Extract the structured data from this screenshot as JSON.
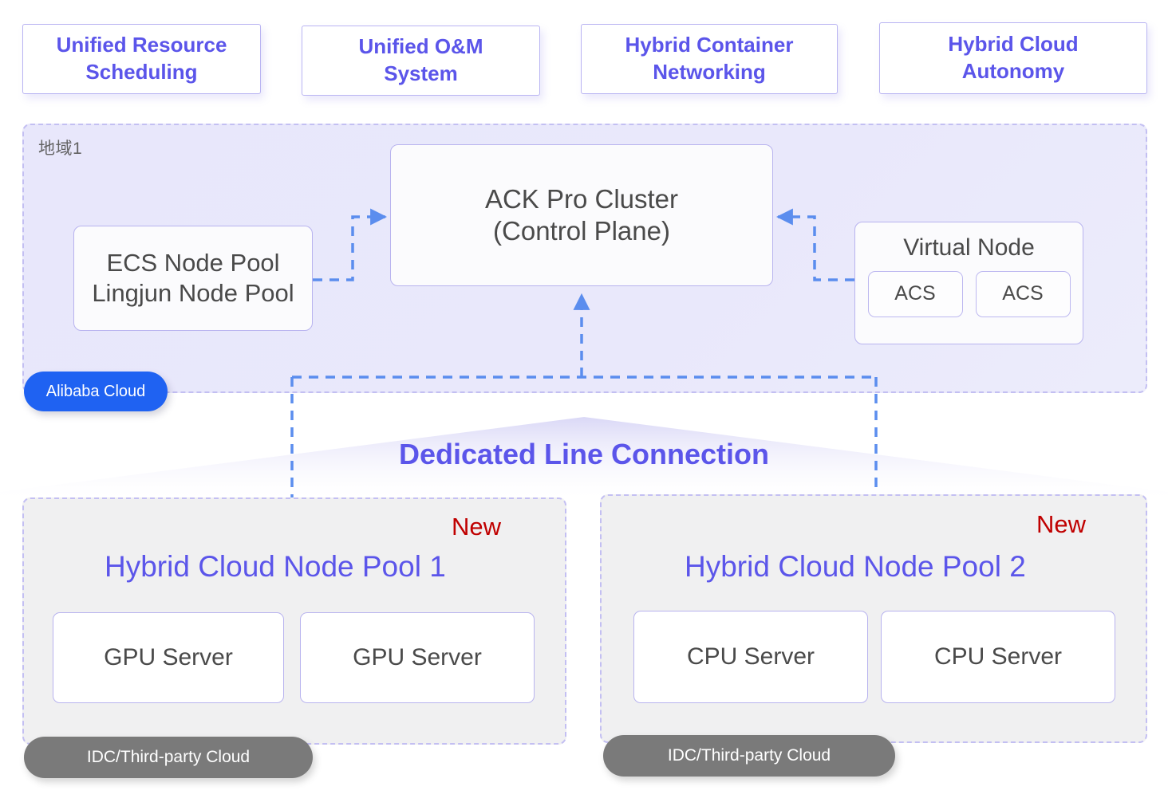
{
  "top_features": [
    {
      "label": "Unified Resource Scheduling",
      "line1": "Unified Resource",
      "line2": "Scheduling"
    },
    {
      "label": "Unified O&M System",
      "line1": "Unified O&M",
      "line2": "System"
    },
    {
      "label": "Hybrid Container Networking",
      "line1": "Hybrid Container",
      "line2": "Networking"
    },
    {
      "label": "Hybrid Cloud Autonomy",
      "line1": "Hybrid Cloud",
      "line2": "Autonomy"
    }
  ],
  "region": {
    "label": "地域1",
    "badge": "Alibaba Cloud",
    "ecs_node_pool": {
      "line1": "ECS Node Pool",
      "line2": "Lingjun Node Pool"
    },
    "ack_cluster": {
      "line1": "ACK Pro Cluster",
      "line2": "(Control Plane)"
    },
    "virtual_node": {
      "title": "Virtual Node",
      "instances": [
        "ACS",
        "ACS"
      ]
    }
  },
  "dedicated_line": {
    "label": "Dedicated Line Connection"
  },
  "hybrid_pools": [
    {
      "title": "Hybrid Cloud Node Pool 1",
      "badge_new": "New",
      "servers": [
        "GPU Server",
        "GPU Server"
      ],
      "footer_badge": "IDC/Third-party Cloud"
    },
    {
      "title": "Hybrid Cloud Node Pool 2",
      "badge_new": "New",
      "servers": [
        "CPU Server",
        "CPU Server"
      ],
      "footer_badge": "IDC/Third-party Cloud"
    }
  ],
  "colors": {
    "accent_purple": "#5b55ea",
    "panel_lavender": "#e8e7fb",
    "panel_gray": "#f0f0f1",
    "badge_blue": "#1f62f2",
    "badge_gray": "#7a7a7a",
    "new_red": "#c00000",
    "connector_blue": "#5b8dee",
    "border_purple": "#b8b3ef"
  }
}
